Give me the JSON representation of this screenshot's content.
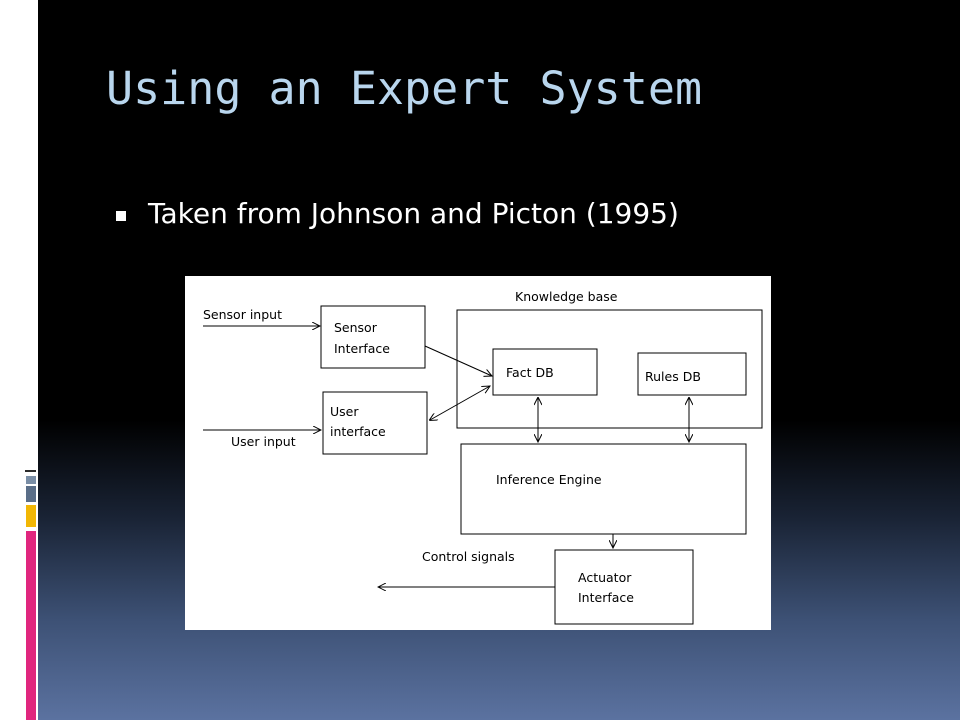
{
  "slide": {
    "title": "Using an Expert System",
    "bullet": "Taken from Johnson and Picton (1995)",
    "accent_colors": {
      "title": "#b9d6ee",
      "deco_blue": "#7a8ea6",
      "deco_yellow": "#f2b705",
      "deco_pink": "#e0267e"
    }
  },
  "diagram": {
    "knowledge_base": "Knowledge base",
    "fact_db": "Fact DB",
    "rules_db": "Rules DB",
    "sensor_input": "Sensor input",
    "sensor_interface": [
      "Sensor",
      "Interface"
    ],
    "user_interface": [
      "User",
      "interface"
    ],
    "user_input": "User input",
    "inference_engine": "Inference Engine",
    "control_signals": "Control signals",
    "actuator_interface": [
      "Actuator",
      "Interface"
    ]
  }
}
